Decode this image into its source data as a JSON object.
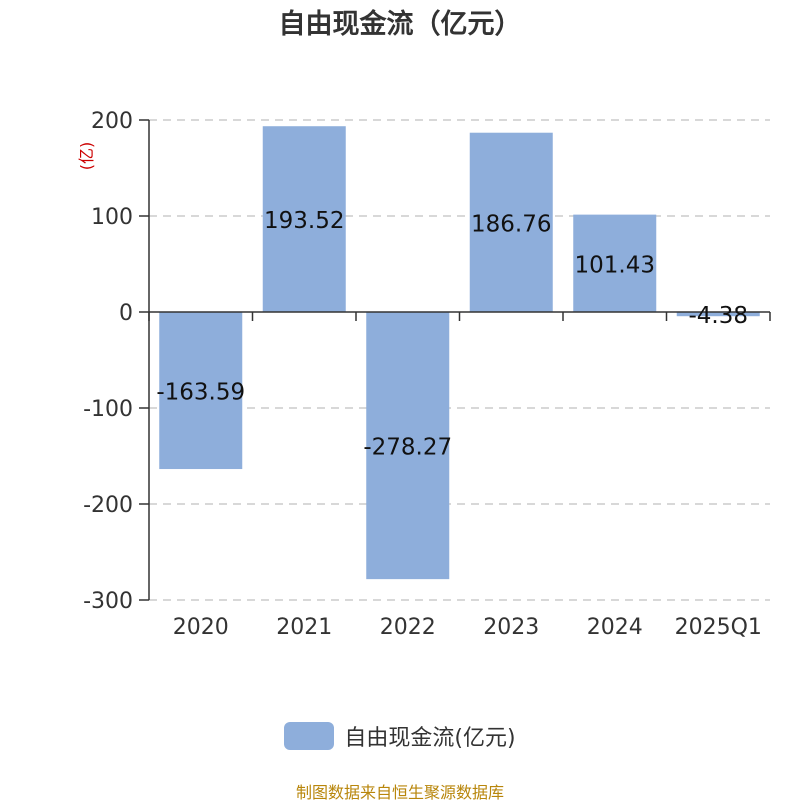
{
  "title": "自由现金流（亿元）",
  "source_note": "制图数据来自恒生聚源数据库",
  "colors": {
    "bar": "#8eaedb",
    "axis": "#333333",
    "grid": "#cccccc",
    "unit_label": "#cc0000",
    "source": "#b8860b"
  },
  "chart_data": {
    "type": "bar",
    "title": "自由现金流（亿元）",
    "categories": [
      "2020",
      "2021",
      "2022",
      "2023",
      "2024",
      "2025Q1"
    ],
    "series": [
      {
        "name": "自由现金流(亿元)",
        "values": [
          -163.59,
          193.52,
          -278.27,
          186.76,
          101.43,
          -4.38
        ]
      }
    ],
    "data_labels": [
      "-163.59",
      "193.52",
      "-278.27",
      "186.76",
      "101.43",
      "-4.38"
    ],
    "ylabel": "(亿)",
    "ylim": [
      -300,
      200
    ],
    "yticks": [
      200,
      100,
      0,
      -100,
      -200,
      -300
    ],
    "grid": true,
    "legend_position": "bottom"
  }
}
